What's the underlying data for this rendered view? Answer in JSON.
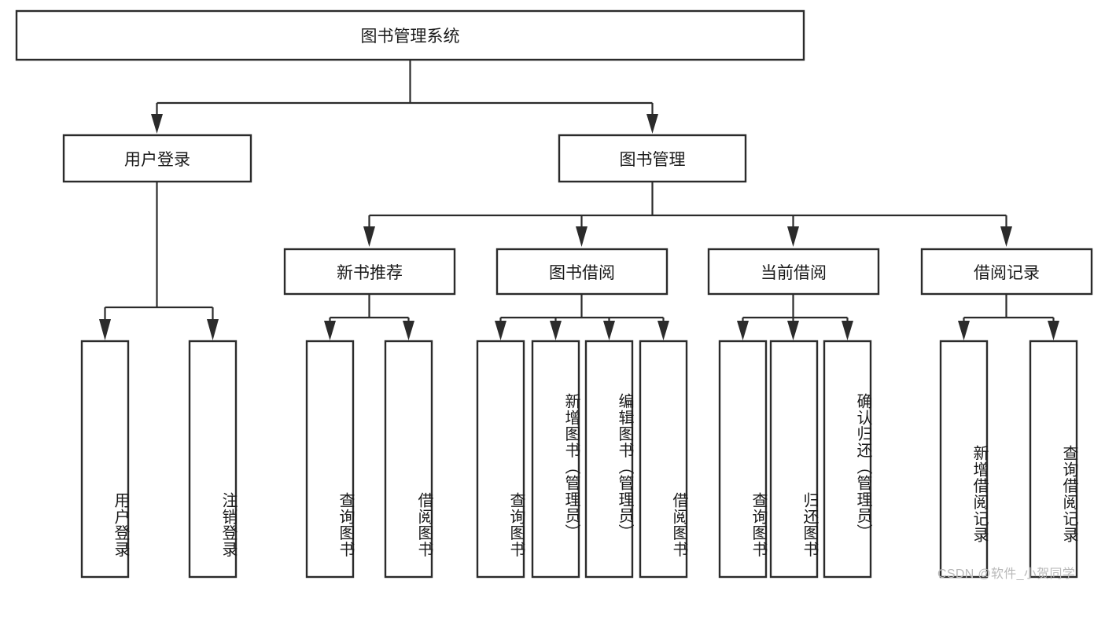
{
  "diagram": {
    "type": "tree-hierarchy",
    "title": "图书管理系统",
    "watermark": "CSDN @软件_小贺同学",
    "colors": {
      "box_stroke": "#2b2b2b",
      "box_fill": "#ffffff",
      "text": "#1a1a1a",
      "connector": "#2b2b2b",
      "watermark": "#b9b9b9",
      "background": "#ffffff"
    },
    "levels": {
      "root": {
        "label": "图书管理系统"
      },
      "level2": [
        {
          "label": "用户登录"
        },
        {
          "label": "图书管理"
        }
      ],
      "level3": [
        {
          "label": "新书推荐"
        },
        {
          "label": "图书借阅"
        },
        {
          "label": "当前借阅"
        },
        {
          "label": "借阅记录"
        }
      ],
      "leaves": {
        "user_login": [
          {
            "label": "用户登录"
          },
          {
            "label": "注销登录"
          }
        ],
        "new_book_recommend": [
          {
            "label": "查询图书"
          },
          {
            "label": "借阅图书"
          }
        ],
        "book_borrow": [
          {
            "label": "查询图书"
          },
          {
            "label": "新增图书（管理员）"
          },
          {
            "label": "编辑图书（管理员）"
          },
          {
            "label": "借阅图书"
          }
        ],
        "current_borrow": [
          {
            "label": "查询图书"
          },
          {
            "label": "归还图书"
          },
          {
            "label": "确认归还（管理员）"
          }
        ],
        "borrow_record": [
          {
            "label": "新增借阅记录"
          },
          {
            "label": "查询借阅记录"
          }
        ]
      }
    }
  }
}
